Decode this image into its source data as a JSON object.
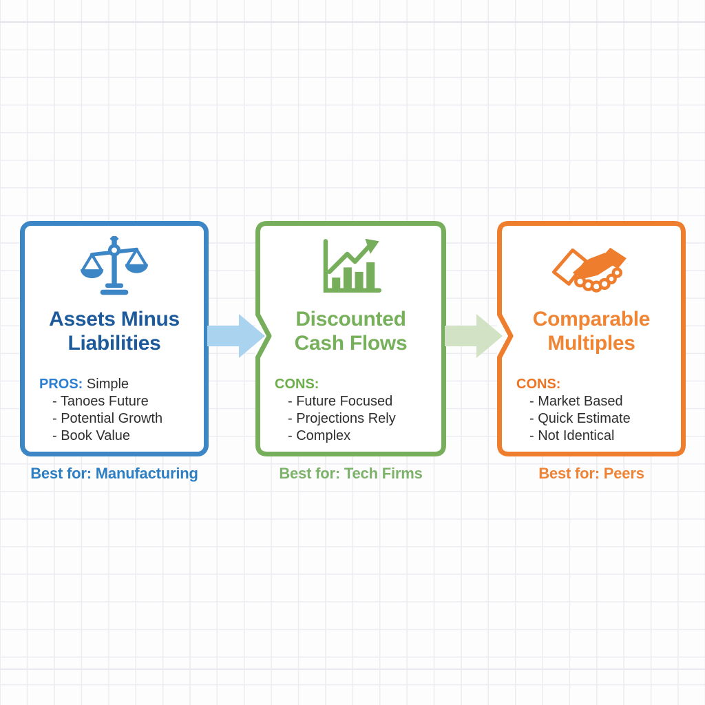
{
  "cards": [
    {
      "icon": "balance-scale-icon",
      "title": "Assets Minus\nLiabilities",
      "list_label": "PROS:",
      "list_label_inline": "Simple",
      "items": [
        "Tanoes Future",
        "Potential Growth",
        "Book Value"
      ],
      "best_for": "Best for: Manufacturing",
      "colors": {
        "border": "#3d86c6",
        "title": "#1c5a9b",
        "label": "#2b7ed1",
        "best_for": "#2d7ec2"
      }
    },
    {
      "icon": "bar-chart-growth-icon",
      "title": "Discounted\nCash Flows",
      "list_label": "CONS:",
      "list_label_inline": "",
      "items": [
        "Future Focused",
        "Projections Rely",
        "Complex"
      ],
      "best_for": "Best for: Tech Firms",
      "colors": {
        "border": "#77ae5b",
        "title": "#77b05a",
        "label": "#6cae49",
        "best_for": "#7cb269"
      }
    },
    {
      "icon": "handshake-icon",
      "title": "Comparable\nMultiples",
      "list_label": "CONS:",
      "list_label_inline": "",
      "items": [
        "Market Based",
        "Quick Estimate",
        "Not Identical"
      ],
      "best_for": "Best for: Peers",
      "colors": {
        "border": "#ee7e2e",
        "title": "#ef8534",
        "label": "#ed7423",
        "best_for": "#ee8335"
      }
    }
  ],
  "arrows": [
    {
      "direction": "right",
      "color": "#aad3ef"
    },
    {
      "direction": "right",
      "color": "#d1e3c4"
    }
  ]
}
